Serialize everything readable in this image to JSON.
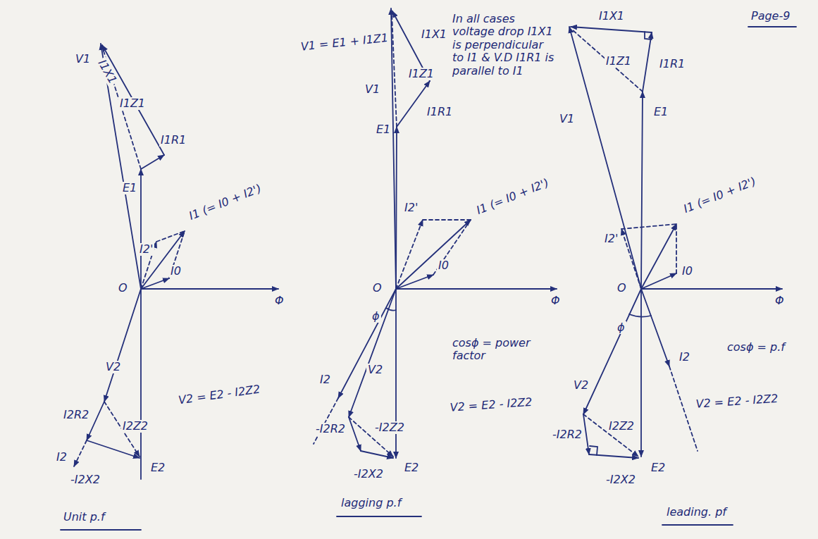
{
  "diagram": {
    "labels": [
      "Page-9",
      "V1",
      "I1X1",
      "I1Z1",
      "I1R1",
      "E1",
      "I1 (= I0 + I2')",
      "I2'",
      "I0",
      "O",
      "Φ",
      "V2",
      "I2R2",
      "I2Z2",
      "I2",
      "-I2X2",
      "E2",
      "V2 = E2 - I2Z2",
      "Unit p.f",
      "V1 = E1 + I1Z1",
      "V1",
      "I1X1",
      "I1Z1",
      "I1R1",
      "E1",
      "In all cases voltage drop I1X1 is perpendicular to I1 & V.D I1R1 is parallel to I1",
      "I2'",
      "I1 (= I0 + I2')",
      "I0",
      "O",
      "Φ",
      "ϕ",
      "I2",
      "V2",
      "-I2R2",
      "-I2Z2",
      "-I2X2",
      "E2",
      "cosϕ = power factor",
      "V2 = E2 - I2Z2",
      "lagging p.f",
      "I1X1",
      "I1Z1",
      "I1R1",
      "V1",
      "E1",
      "I1 (= I0 + I2')",
      "I2'",
      "I0",
      "O",
      "Φ",
      "ϕ",
      "I2",
      "cosϕ = p.f",
      "V2",
      "-I2R2",
      "I2Z2",
      "-I2X2",
      "E2",
      "V2 = E2 - I2Z2",
      "leading. pf"
    ]
  }
}
